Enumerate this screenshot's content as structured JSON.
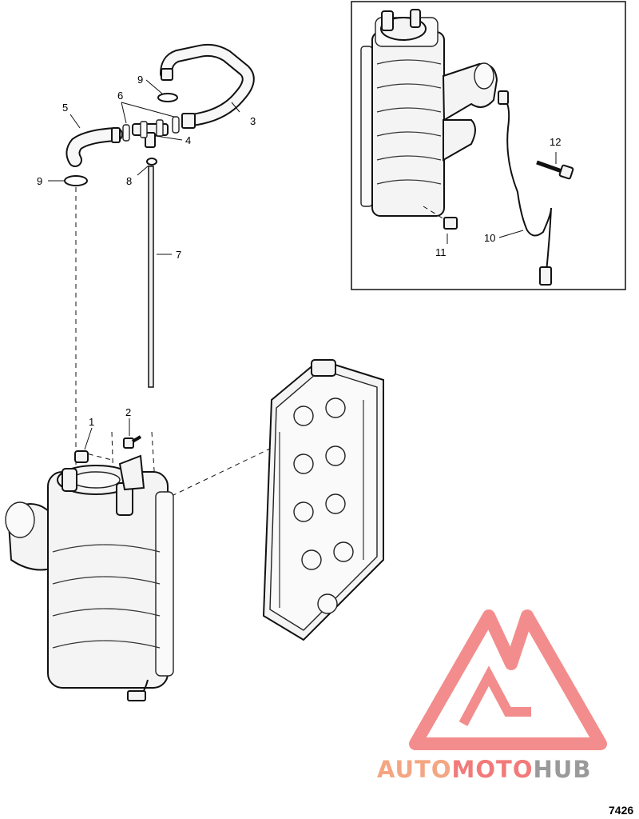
{
  "figure_number": "7426",
  "callouts": [
    {
      "id": "c1",
      "label": "1"
    },
    {
      "id": "c2",
      "label": "2"
    },
    {
      "id": "c3",
      "label": "3"
    },
    {
      "id": "c4",
      "label": "4"
    },
    {
      "id": "c5",
      "label": "5"
    },
    {
      "id": "c6",
      "label": "6"
    },
    {
      "id": "c7",
      "label": "7"
    },
    {
      "id": "c8",
      "label": "8"
    },
    {
      "id": "c9a",
      "label": "9"
    },
    {
      "id": "c9b",
      "label": "9"
    },
    {
      "id": "c10",
      "label": "10"
    },
    {
      "id": "c11",
      "label": "11"
    },
    {
      "id": "c12",
      "label": "12"
    }
  ],
  "watermark": {
    "part1": "AUTO",
    "part2": "MOTO",
    "part3": "HUB",
    "color_primary": "#f4a582",
    "color_secondary": "#f27a7a",
    "color_tertiary": "#9a9a9a"
  }
}
